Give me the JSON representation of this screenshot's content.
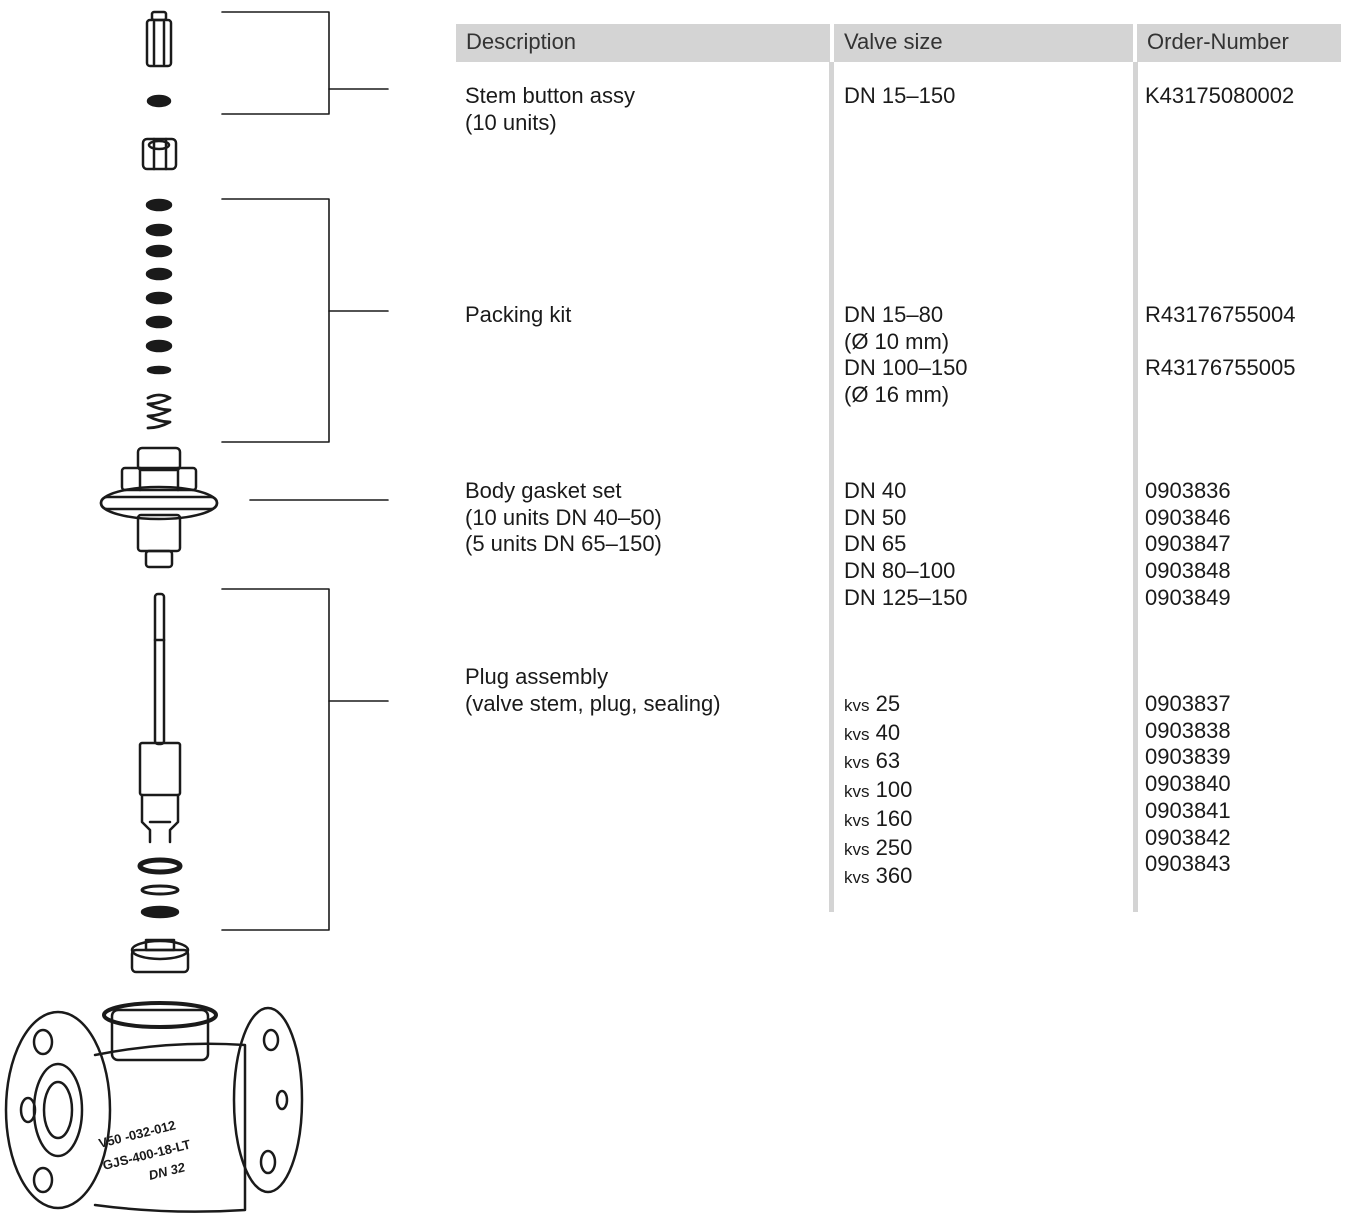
{
  "table": {
    "headers": {
      "description": "Description",
      "valve_size": "Valve size",
      "order_number": "Order-Number"
    },
    "rows": [
      {
        "description": [
          "Stem button assy",
          "(10 units)"
        ],
        "sizes": [
          "DN 15–150"
        ],
        "orders": [
          "K43175080002"
        ]
      },
      {
        "description": [
          "Packing kit"
        ],
        "sizes": [
          "DN 15–80",
          "(Ø 10 mm)",
          "DN 100–150",
          "(Ø 16 mm)"
        ],
        "orders": [
          "R43176755004",
          "",
          "R43176755005"
        ]
      },
      {
        "description": [
          "Body gasket set",
          "(10 units DN 40–50)",
          "(5 units DN 65–150)"
        ],
        "sizes": [
          "DN 40",
          "DN 50",
          "DN 65",
          "DN 80–100",
          "DN 125–150"
        ],
        "orders": [
          "0903836",
          "0903846",
          "0903847",
          "0903848",
          "0903849"
        ]
      },
      {
        "description": [
          "Plug assembly",
          "(valve stem, plug, sealing)"
        ],
        "kvs_prefix": "kvs",
        "kvs_values": [
          "25",
          "40",
          "63",
          "100",
          "160",
          "250",
          "360"
        ],
        "orders": [
          "0903837",
          "0903838",
          "0903839",
          "0903840",
          "0903841",
          "0903842",
          "0903843"
        ]
      }
    ]
  },
  "illustration": {
    "body_marking_lines": [
      "V50   -032-012",
      "GJS-400-18-LT",
      "DN  32"
    ]
  }
}
